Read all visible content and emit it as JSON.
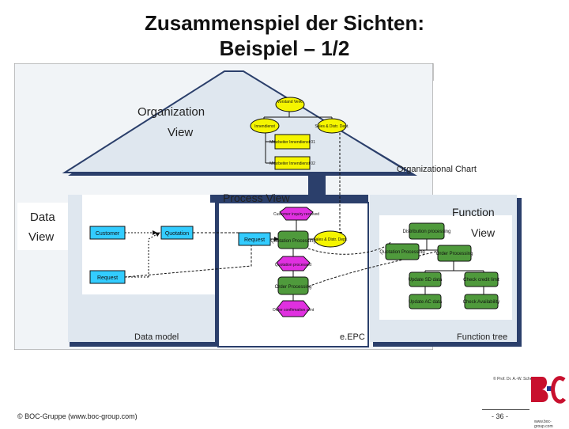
{
  "slide": {
    "title_line1": "Zusammenspiel der Sichten:",
    "title_line2": "Beispiel – 1/2",
    "footer_left": "© BOC-Gruppe   (www.boc-group.com)",
    "footer_right": "- 36 -",
    "copyright": "© Prof. Dr. A.-W. Scheer"
  },
  "views": {
    "organization": {
      "line1": "Organization",
      "line2": "View"
    },
    "data": {
      "line1": "Data",
      "line2": "View"
    },
    "function": {
      "line1": "Function",
      "line2": "View"
    },
    "process": "Process View"
  },
  "captions": {
    "org_chart": "Organizational Chart",
    "data_model": "Data model",
    "epc": "e.EPC",
    "function_tree": "Function tree"
  },
  "org_chart": {
    "top": "Vorstand Verk.",
    "left_unit": "Innendienst",
    "right_unit": "Sales & Distr. Dept.",
    "pos1": "Mitarbeiter Innendienst 01",
    "pos2": "Mitarbeiter Innendienst 02"
  },
  "data_model": {
    "customer": "Customer",
    "quotation": "Quotation",
    "request": "Request"
  },
  "epc": {
    "event1": "Customer inquiry received",
    "request": "Request",
    "function1": "Quotation Processing",
    "org_unit": "Sales & Distr. Dept.",
    "event2": "Quotation processed",
    "function2": "Order Processing",
    "event3": "Order confirmation sent"
  },
  "function_tree": {
    "root": "Distribution processing",
    "quotation": "Quotation Processing",
    "order": "Order Processing",
    "update_sd": "Update SD data",
    "check_credit": "Check credit limit",
    "update_ac": "Update AC data",
    "check_avail": "Check Availability"
  },
  "colors": {
    "house_roof": "#dfe7ef",
    "house_shadow": "#2b3f6b",
    "function_box": "#4f9a3c",
    "yellow_box": "#f5f500",
    "event_magenta": "#e030e0",
    "data_box": "#33ccff",
    "logo_red": "#c8102e",
    "logo_blue": "#1f3a93"
  }
}
